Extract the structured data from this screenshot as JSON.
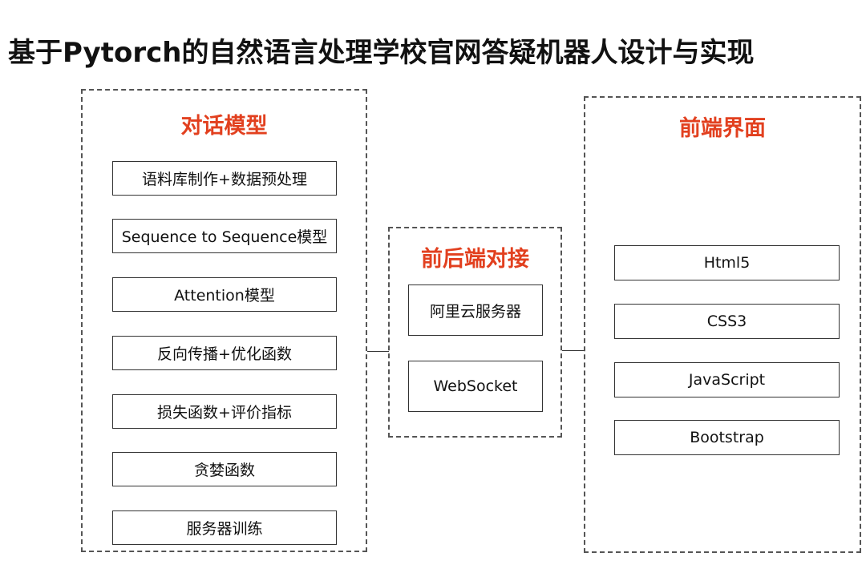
{
  "title": "基于Pytorch的自然语言处理学校官网答疑机器人设计与实现",
  "groups": {
    "model": {
      "title": "对话模型",
      "items": [
        "语料库制作+数据预处理",
        "Sequence to Sequence模型",
        "Attention模型",
        "反向传播+优化函数",
        "损失函数+评价指标",
        "贪婪函数",
        "服务器训练"
      ]
    },
    "bridge": {
      "title": "前后端对接",
      "items": [
        "阿里云服务器",
        "WebSocket"
      ]
    },
    "frontend": {
      "title": "前端界面",
      "items": [
        "Html5",
        "CSS3",
        "JavaScript",
        "Bootstrap"
      ]
    }
  },
  "colors": {
    "accent": "#e2401f",
    "border": "#333333",
    "dashed": "#555555"
  }
}
